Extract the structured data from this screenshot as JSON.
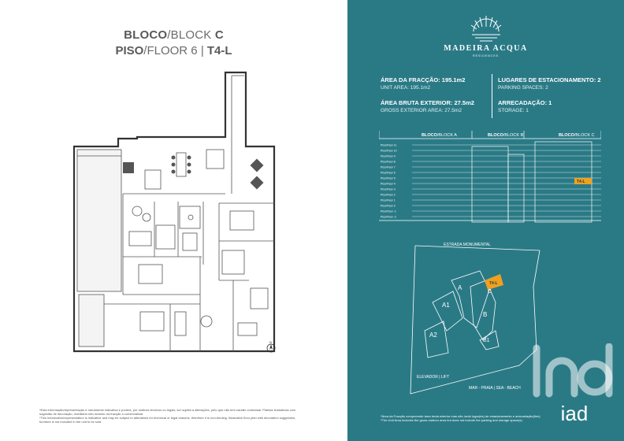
{
  "header": {
    "block_a": "BLOCO",
    "block_b": "/BLOCK ",
    "block_c": "C",
    "floor_a": "PISO",
    "floor_b": "/FLOOR 6 | ",
    "floor_c": "T4-L"
  },
  "left_note": {
    "line1": "*Esta informação/representação é meramente indicativa e poderá, por motivos técnicos ou legais, ser sujeita a alterações, pelo que não tem caráter contratual. Plantas ilustrativas com sugestão de decoração, mobiliário não incluído na fracção a comercializar.",
    "line2": "*This information/representation is indicative and may be subject to alterations for technical or legal reasons, therefore it is non-binding. Illustrative floor plan with decoration suggestion, furniture is not included in the unit to be sold."
  },
  "plan_labels": {
    "north": "N"
  },
  "brand": {
    "name": "MADEIRA ACQUA",
    "sub": "RESIDENCES"
  },
  "specs": {
    "unit_area_pt": "ÁREA DA FRACÇÃO: 195.1m2",
    "unit_area_en": "UNIT AREA: 195.1m2",
    "gross_ext_pt": "ÁREA BRUTA EXTERIOR: 27.5m2",
    "gross_ext_en": "GROSS EXTERIOR AREA: 27.5m2",
    "parking_pt": "LUGARES DE ESTACIONAMENTO: 2",
    "parking_en": "PARKING SPACES: 2",
    "storage_pt": "ARRECADAÇÃO: 1",
    "storage_en": "STORAGE: 1"
  },
  "elevation": {
    "col_a_bold": "BLOCO",
    "col_a_rest": "/BLOCK A",
    "col_b_bold": "BLOCO",
    "col_b_rest": "/BLOCK B",
    "col_c_bold": "BLOCO",
    "col_c_rest": "/BLOCK C",
    "unit_tag": "T4-L",
    "floors": [
      "Piso/Floor 11",
      "Piso/Floor 10",
      "Piso/Floor 9",
      "Piso/Floor 8",
      "Piso/Floor 7",
      "Piso/Floor 6",
      "Piso/Floor 5",
      "Piso/Floor 4",
      "Piso/Floor 3",
      "Piso/Floor 2",
      "Piso/Floor 1",
      "Piso/Floor 0",
      "Piso/Floor -1",
      "Piso/Floor -2"
    ]
  },
  "site": {
    "road": "ESTRADA MONUMENTAL",
    "a": "A",
    "a1": "A1",
    "a2": "A2",
    "b": "B",
    "b1": "B1",
    "c": "C",
    "unit": "T4-L",
    "lift": "ELEVADOR | LIFT",
    "beach": "MAR - PRAIA | SEA - BEACH"
  },
  "right_note": {
    "line1": "*Área da Fracção compreende área bruta exterior mas não inclui lugar(es) de estacionamento e arrecadação(ões)",
    "line2": "*The Unit Area includes the gross outdoor area but does not include the parking and storage space(s)"
  },
  "watermark": {
    "text": "iad"
  },
  "colors": {
    "teal": "#2a7a86",
    "highlight": "#f0a020"
  }
}
